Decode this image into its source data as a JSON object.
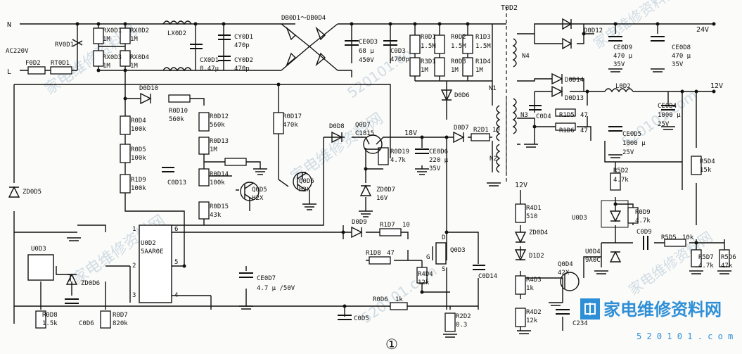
{
  "figure_number": "①",
  "watermark": {
    "site_name": "家电维修资料网",
    "url": "5 2 0 1 0 1 . c o m",
    "bg_text_1": "家电维修资料网",
    "bg_text_2": "520101.com"
  },
  "mains": {
    "n": "N",
    "l": "L",
    "voltage": "AC220V"
  },
  "transformer": "T0D2",
  "rails": {
    "v24": "24V",
    "v12": "12V",
    "v18": "18V",
    "v12b": "12V"
  },
  "components": {
    "RV0D1": "RV0D1",
    "F0D2": "F0D2",
    "RT0D1": "RT0D1",
    "RX0D1": "RX0D1",
    "RX0D1_v": "1M",
    "RX0D2": "RX0D2",
    "RX0D2_v": "1M",
    "RX0D3": "RX0D3",
    "RX0D3_v": "1M",
    "RX0D4": "RX0D4",
    "RX0D4_v": "1M",
    "LX0D2": "LX0D2",
    "CX0D1": "CX0D1",
    "CX0D1_v": "0.47µ",
    "CY0D1": "CY0D1",
    "CY0D1_v": "470p",
    "CY0D2": "CY0D2",
    "CY0D2_v": "470p",
    "DB": "DB0D1～DB0D4",
    "CE0D3": "CE0D3",
    "CE0D3_v1": "68 µ",
    "CE0D3_v2": "450V",
    "C0D3": "C0D3",
    "C0D3_v": "4700p",
    "R0D1": "R0D1",
    "R0D1_v": "1.5M",
    "R0D2": "R0D2",
    "R0D2_v": "1.5M",
    "R1D3": "R1D3",
    "R1D3_v": "1.5M",
    "R3D1": "R3D1",
    "R3D1_v": "1M",
    "R0D3": "R0D3",
    "R0D3_v": "1M",
    "R1D4": "R1D4",
    "R1D4_v": "1M",
    "D0D6": "D0D6",
    "N1": "N1",
    "D0D10": "D0D10",
    "R0D10": "R0D10",
    "R0D10_v": "560k",
    "R0D12": "R0D12",
    "R0D12_v": "560k",
    "R0D13": "R0D13",
    "R0D13_v": "1M",
    "R0D14": "R0D14",
    "R0D14_v": "100k",
    "R0D15": "R0D15",
    "R0D15_v": "43k",
    "R0D17": "R0D17",
    "R0D17_v": "470k",
    "R0D4": "R0D4",
    "R0D4_v": "100k",
    "R0D5": "R0D5",
    "R0D5_v": "100k",
    "R1D9": "R1D9",
    "R1D9_v": "100k",
    "C0D13": "C0D13",
    "Q0D5": "Q0D5",
    "Q0D5_v": "H2X",
    "Q0D6": "Q0D6",
    "Q0D6_v": "H2X",
    "D0D8": "D0D8",
    "Q0D7": "Q0D7",
    "Q0D7_v": "C1815",
    "R0D19": "R0D19",
    "R0D19_v": "4.7k",
    "CE0D6": "CE0D6",
    "CE0D6_v1": "220 µ",
    "CE0D6_v2": "35V",
    "ZD0D7": "ZD0D7",
    "ZD0D7_v": "16V",
    "D0D7": "D0D7",
    "R2D1": "R2D1",
    "R2D1_v": "10",
    "N2": "N2",
    "ZD0D5": "ZD0D5",
    "U0D2": "U0D2",
    "U0D2_v": "5AAR0E",
    "D0D9": "D0D9",
    "R1D7": "R1D7",
    "R1D7_v": "10",
    "R1D8": "R1D8",
    "R1D8_v": "47",
    "Q0D3": "Q0D3",
    "R4D4": "R4D4",
    "R4D4_v": "12k",
    "CE0D7": "CE0D7",
    "CE0D7_v": "4.7 µ /50V",
    "C0D14": "C0D14",
    "U0D3": "U0D3",
    "ZD0D6": "ZD0D6",
    "R0D8": "R0D8",
    "R0D8_v": "1.5k",
    "C0D6": "C0D6",
    "R0D7": "R0D7",
    "R0D7_v": "820k",
    "R0D6": "R0D6",
    "R0D6_v": "1k",
    "C0D5": "C0D5",
    "R2D2": "R2D2",
    "R2D2_v": "0.3",
    "N4": "N4",
    "D0D12": "D0D12",
    "CE0D9": "CE0D9",
    "CE0D9_v1": "470 µ",
    "CE0D9_v2": "35V",
    "CE0D8": "CE0D8",
    "CE0D8_v1": "470 µ",
    "CE0D8_v2": "35V",
    "D0D14": "D0D14",
    "D0D13": "D0D13",
    "L0D2": "L0D2",
    "N3": "N3",
    "C0D4": "C0D4",
    "R1D5": "R1D5",
    "R1D5_v": "47",
    "R1D6": "R1D6",
    "R1D6_v": "47",
    "CE0D4": "CE0D4",
    "CE0D4_v1": "1000 µ",
    "CE0D4_v2": "25V",
    "CE0D5": "CE0D5",
    "CE0D5_v1": "1000 µ",
    "CE0D5_v2": "25V",
    "R5D4": "R5D4",
    "R5D4_v": "15k",
    "R5D2": "R5D2",
    "R5D2_v": "4.7k",
    "R0D9": "R0D9",
    "R0D9_v": "4.7k",
    "C0D9": "C0D9",
    "R5D5": "R5D5",
    "R5D5_v": "10k",
    "U0D4": "U0D4",
    "U0D4_v": "9A0C",
    "R5D7": "R5D7",
    "R5D7_v": "4.7k",
    "R5D6": "R5D6",
    "R5D6_v": "47k",
    "R4D1": "R4D1",
    "R4D1_v": "510",
    "ZD0D4": "ZD0D4",
    "D1D2": "D1D2",
    "Q0D4": "Q0D4",
    "Q0D4_v": "42X",
    "R4D3": "R4D3",
    "R4D3_v": "1k",
    "R4D2": "R4D2",
    "R4D2_v": "12k",
    "C234": "C234"
  },
  "ic_pins": {
    "p1": "1",
    "p2": "2",
    "p3": "3",
    "p4": "4",
    "p5": "5",
    "p6": "6"
  },
  "mosfet_pins": {
    "d": "D",
    "g": "G",
    "s": "S"
  }
}
